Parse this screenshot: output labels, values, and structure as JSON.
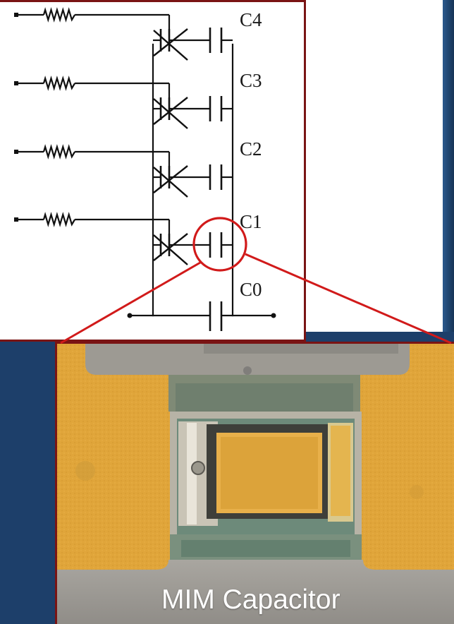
{
  "schematic": {
    "labels": [
      "C4",
      "C3",
      "C2",
      "C1",
      "C0"
    ]
  },
  "photo": {
    "caption": "MIM Capacitor"
  },
  "colors": {
    "highlight": "#d11a1a",
    "frame": "#7a1414",
    "gold": "#e0a53a",
    "wire": "#111111"
  }
}
